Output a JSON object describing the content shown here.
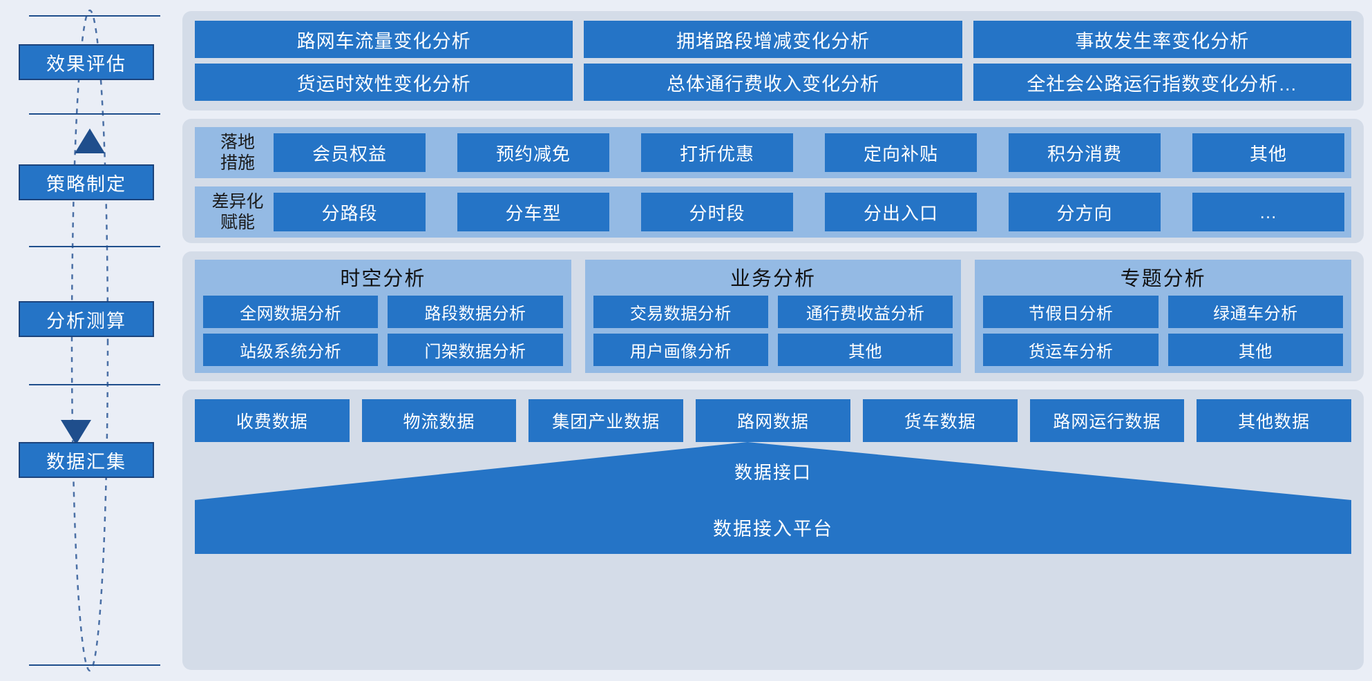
{
  "colors": {
    "page_background": "#eaeef6",
    "band_background": "#d4dce8",
    "tile_blue": "#2574c6",
    "subpanel_blue": "#94bae4",
    "rail_line": "#1f4e8c",
    "arrow_navy": "#1f4e8c",
    "chip_border": "#1b437c",
    "tile_text": "#ffffff",
    "panel_title_text": "#111111"
  },
  "rail": {
    "stages": [
      {
        "label": "效果评估"
      },
      {
        "label": "策略制定"
      },
      {
        "label": "分析测算"
      },
      {
        "label": "数据汇集"
      }
    ],
    "arrows": [
      {
        "name": "arrow-up",
        "direction": "up"
      },
      {
        "name": "arrow-down",
        "direction": "down"
      }
    ],
    "loop": {
      "style": "dashed-ellipse"
    }
  },
  "evaluation": {
    "items": [
      {
        "label": "路网车流量变化分析"
      },
      {
        "label": "拥堵路段增减变化分析"
      },
      {
        "label": "事故发生率变化分析"
      },
      {
        "label": "货运时效性变化分析"
      },
      {
        "label": "总体通行费收入变化分析"
      },
      {
        "label": "全社会公路运行指数变化分析…"
      }
    ]
  },
  "strategy": {
    "rows": [
      {
        "label": "落地\n措施",
        "items": [
          {
            "label": "会员权益"
          },
          {
            "label": "预约减免"
          },
          {
            "label": "打折优惠"
          },
          {
            "label": "定向补贴"
          },
          {
            "label": "积分消费"
          },
          {
            "label": "其他"
          }
        ]
      },
      {
        "label": "差异化\n赋能",
        "items": [
          {
            "label": "分路段"
          },
          {
            "label": "分车型"
          },
          {
            "label": "分时段"
          },
          {
            "label": "分出入口"
          },
          {
            "label": "分方向"
          },
          {
            "label": "…"
          }
        ]
      }
    ]
  },
  "analysis": {
    "panels": [
      {
        "title": "时空分析",
        "items": [
          {
            "label": "全网数据分析"
          },
          {
            "label": "路段数据分析"
          },
          {
            "label": "站级系统分析"
          },
          {
            "label": "门架数据分析"
          }
        ]
      },
      {
        "title": "业务分析",
        "items": [
          {
            "label": "交易数据分析"
          },
          {
            "label": "通行费收益分析"
          },
          {
            "label": "用户画像分析"
          },
          {
            "label": "其他"
          }
        ]
      },
      {
        "title": "专题分析",
        "items": [
          {
            "label": "节假日分析"
          },
          {
            "label": "绿通车分析"
          },
          {
            "label": "货运车分析"
          },
          {
            "label": "其他"
          }
        ]
      }
    ]
  },
  "data_collection": {
    "sources": [
      {
        "label": "收费数据"
      },
      {
        "label": "物流数据"
      },
      {
        "label": "集团产业数据"
      },
      {
        "label": "路网数据"
      },
      {
        "label": "货车数据"
      },
      {
        "label": "路网运行数据"
      },
      {
        "label": "其他数据"
      }
    ],
    "interface_label": "数据接口",
    "platform_label": "数据接入平台"
  }
}
